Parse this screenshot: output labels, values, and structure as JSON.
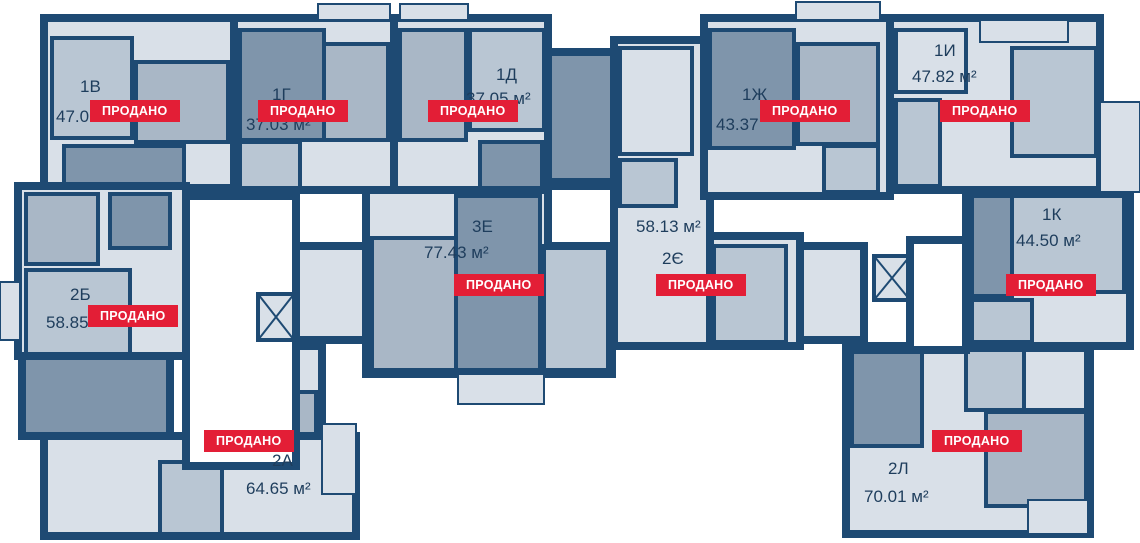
{
  "colors": {
    "wall": "#1e4a73",
    "floor_light": "#d9e0e8",
    "floor_mid": "#b9c6d3",
    "floor_dark": "#7f95ab",
    "tile": "#a9b7c6",
    "corridor": "#ffffff",
    "sold": "#e31e36"
  },
  "status_label": "ПРОДАНО",
  "apartments": [
    {
      "id": "1В",
      "area": "47.0"
    },
    {
      "id": "1Г",
      "area": "37.03 м²"
    },
    {
      "id": "1Д",
      "area": "37.05 м²"
    },
    {
      "id": "1Ж",
      "area": "43.37"
    },
    {
      "id": "1И",
      "area": "47.82 м²"
    },
    {
      "id": "1К",
      "area": "44.50 м²"
    },
    {
      "id": "2Б",
      "area": "58.85"
    },
    {
      "id": "3Е",
      "area": "77.43 м²"
    },
    {
      "id": "2Є",
      "area": "58.13 м²"
    },
    {
      "id": "2А",
      "area": "64.65 м²"
    },
    {
      "id": "2Л",
      "area": "70.01 м²"
    }
  ]
}
